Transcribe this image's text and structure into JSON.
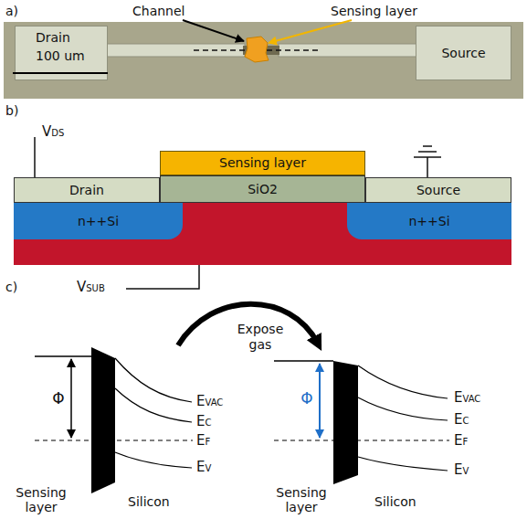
{
  "diagram": {
    "nodes": [
      {
        "text": [
          "Drain",
          "100 um"
        ]
      },
      {
        "text": [
          "Source"
        ]
      },
      {
        "text": [
          "Sensing layer"
        ]
      },
      {
        "text": [
          "Drain"
        ]
      },
      {
        "text": [
          "SiO2"
        ]
      },
      {
        "text": [
          "Source"
        ]
      },
      {
        "text": [
          "n++Si"
        ]
      },
      {
        "text": [
          "n++Si"
        ]
      }
    ],
    "labels": [
      "a)",
      "Channel",
      "Sensing layer",
      "b)",
      "VDS",
      "c)",
      "VSUB",
      "Expose gas",
      "Φ",
      "EVAC",
      "EC",
      "EF",
      "EV",
      "Sensing layer",
      "Silicon",
      "Φ",
      "EVAC",
      "EC",
      "EF",
      "EV",
      "Sensing layer",
      "Silicon"
    ]
  }
}
